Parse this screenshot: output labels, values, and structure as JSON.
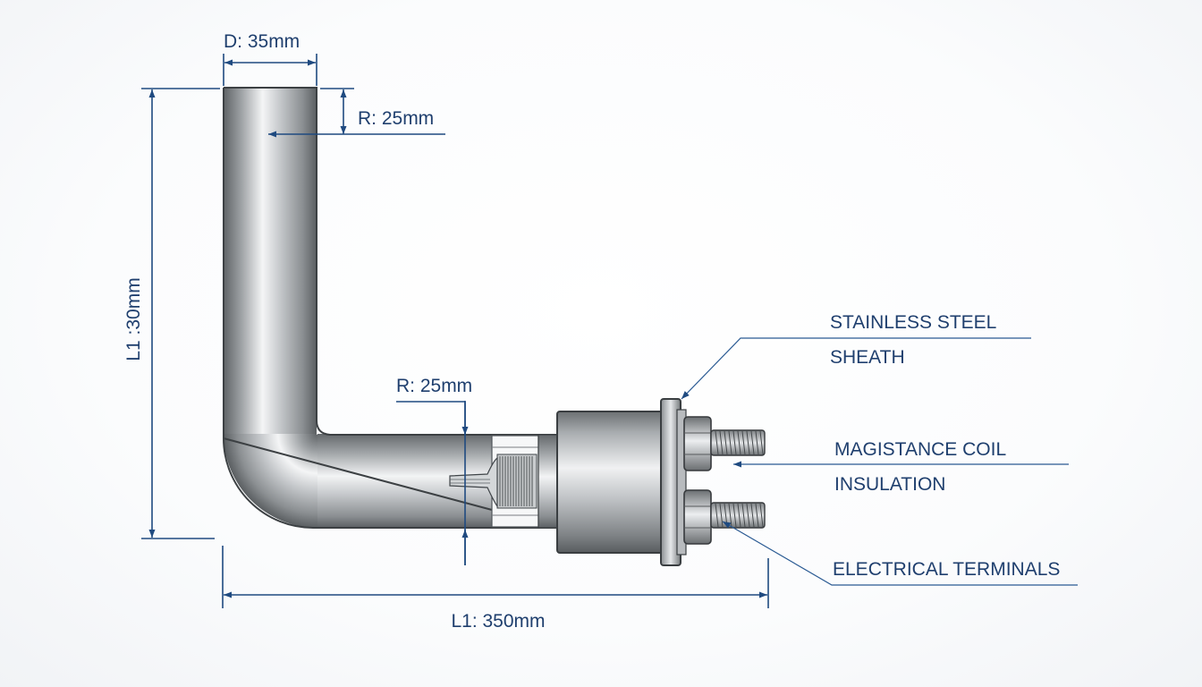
{
  "dimensions": {
    "diameter": "D: 35mm",
    "bend_radius_top": "R: 25mm",
    "vertical_length": "L1 :30mm",
    "bend_radius_bottom": "R: 25mm",
    "horizontal_length": "L1: 350mm"
  },
  "callouts": {
    "sheath_line1": "STAINLESS STEEL",
    "sheath_line2": "SHEATH",
    "coil_line1": "MAGISTANCE COIL",
    "coil_line2": "INSULATION",
    "terminals": "ELECTRICAL TERMINALS"
  },
  "colors": {
    "annotation": "#1f3f6e",
    "dimension_line": "#1f4a80",
    "metal_dark": "#6e7275",
    "metal_light": "#f2f3f4"
  }
}
